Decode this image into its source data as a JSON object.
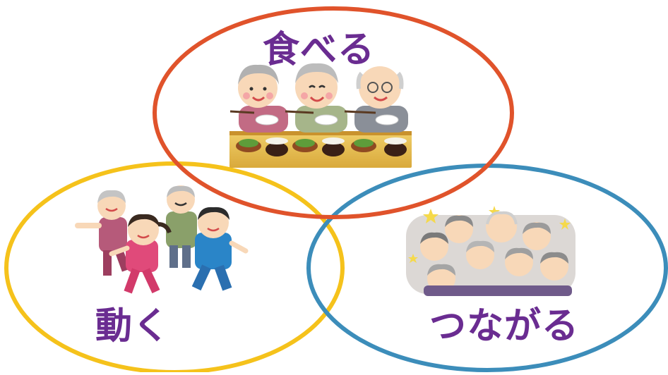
{
  "diagram": {
    "circles": [
      {
        "id": "eat",
        "label": "食べる",
        "color": "#e0532b",
        "illustration": "elderly-people-eating-illustration"
      },
      {
        "id": "move",
        "label": "動く",
        "color": "#f5c21b",
        "illustration": "elderly-people-jogging-illustration"
      },
      {
        "id": "connect",
        "label": "つながる",
        "color": "#3c8dba",
        "illustration": "elderly-group-cheering-illustration"
      }
    ]
  }
}
